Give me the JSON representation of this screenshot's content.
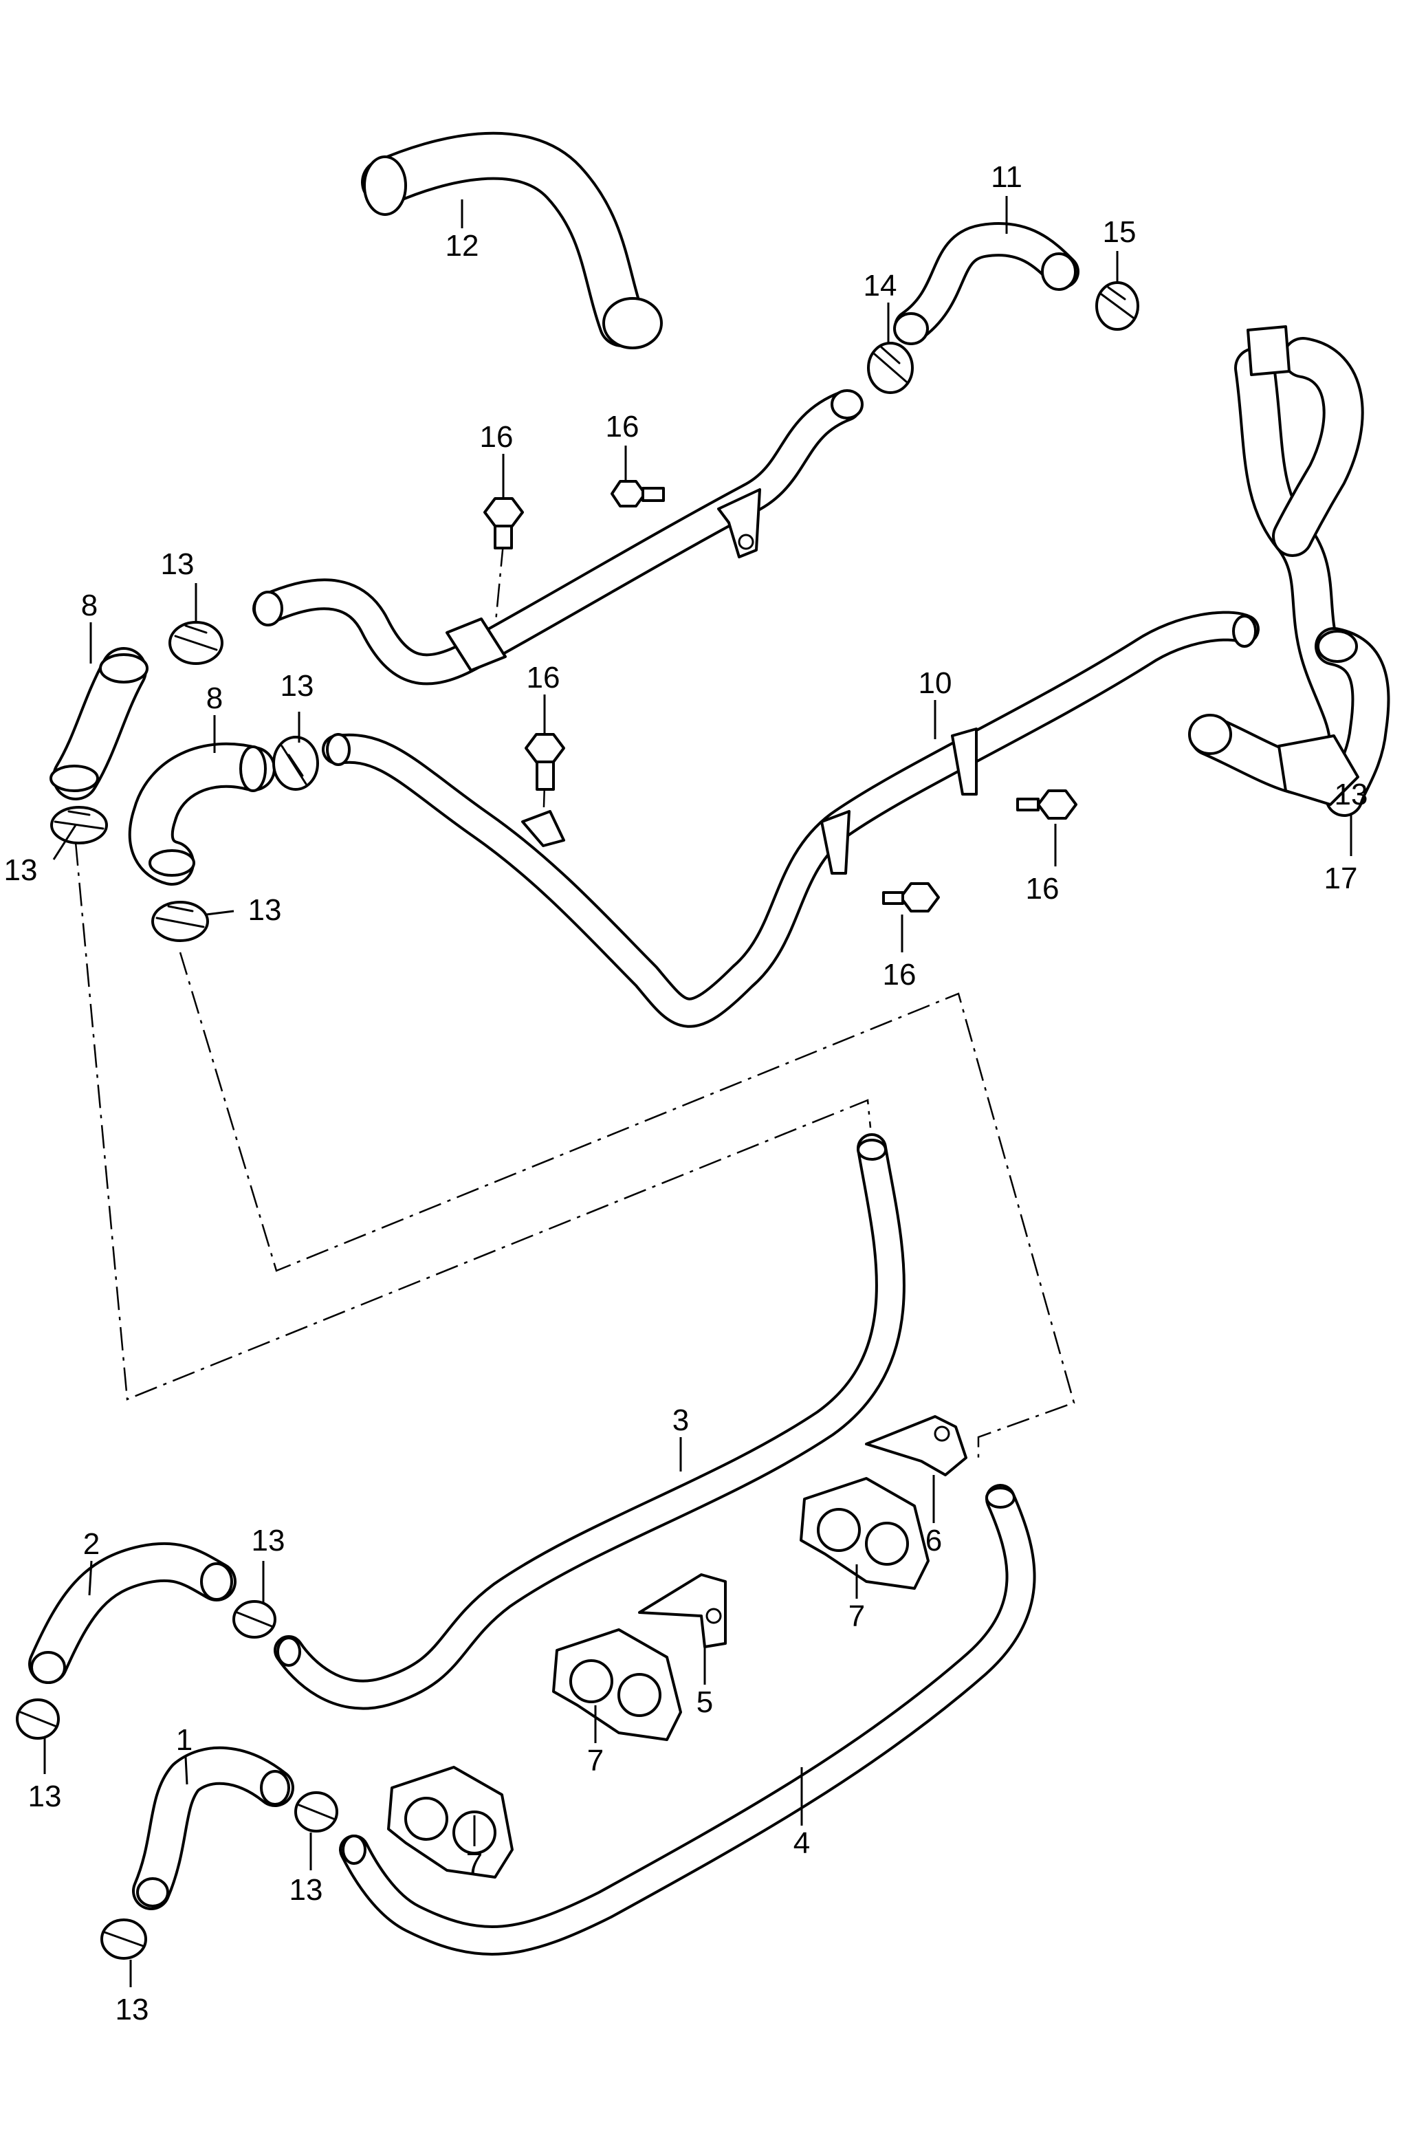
{
  "callouts": [
    {
      "id": "c1",
      "label": "1"
    },
    {
      "id": "c2",
      "label": "2"
    },
    {
      "id": "c3",
      "label": "3"
    },
    {
      "id": "c4",
      "label": "4"
    },
    {
      "id": "c5",
      "label": "5"
    },
    {
      "id": "c6",
      "label": "6"
    },
    {
      "id": "c7a",
      "label": "7"
    },
    {
      "id": "c7b",
      "label": "7"
    },
    {
      "id": "c7c",
      "label": "7"
    },
    {
      "id": "c8a",
      "label": "8"
    },
    {
      "id": "c8b",
      "label": "8"
    },
    {
      "id": "c10",
      "label": "10"
    },
    {
      "id": "c11",
      "label": "11"
    },
    {
      "id": "c12",
      "label": "12"
    },
    {
      "id": "c13a",
      "label": "13"
    },
    {
      "id": "c13b",
      "label": "13"
    },
    {
      "id": "c13c",
      "label": "13"
    },
    {
      "id": "c13d",
      "label": "13"
    },
    {
      "id": "c13e",
      "label": "13"
    },
    {
      "id": "c13f",
      "label": "13"
    },
    {
      "id": "c13g",
      "label": "13"
    },
    {
      "id": "c13h",
      "label": "13"
    },
    {
      "id": "c13i",
      "label": "13"
    },
    {
      "id": "c14",
      "label": "14"
    },
    {
      "id": "c15",
      "label": "15"
    },
    {
      "id": "c16a",
      "label": "16"
    },
    {
      "id": "c16b",
      "label": "16"
    },
    {
      "id": "c16c",
      "label": "16"
    },
    {
      "id": "c16d",
      "label": "16"
    },
    {
      "id": "c16e",
      "label": "16"
    },
    {
      "id": "c17",
      "label": "17"
    }
  ]
}
